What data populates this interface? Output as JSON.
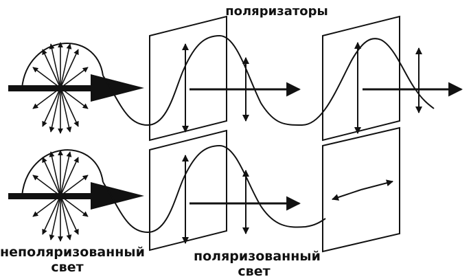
{
  "labels": {
    "polarizers": "поляризаторы",
    "unpolarized_line1": "неполяризованный",
    "unpolarized_line2": "свет",
    "polarized_line1": "поляризованный",
    "polarized_line2": "свет"
  },
  "colors": {
    "ink": "#111111",
    "background": "#ffffff"
  }
}
